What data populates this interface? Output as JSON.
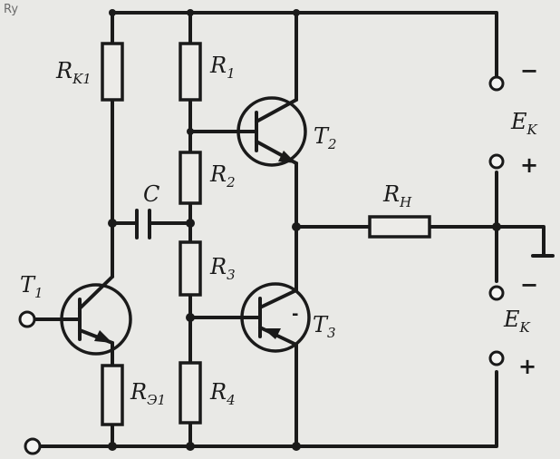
{
  "header_fragment": "Ry",
  "labels": {
    "rk1": {
      "main": "R",
      "sub": "K1"
    },
    "r1": {
      "main": "R",
      "sub": "1"
    },
    "r2": {
      "main": "R",
      "sub": "2"
    },
    "r3": {
      "main": "R",
      "sub": "3"
    },
    "r4": {
      "main": "R",
      "sub": "4"
    },
    "rh": {
      "main": "R",
      "sub": "H"
    },
    "re1": {
      "main": "R",
      "sub": "Э1"
    },
    "c": {
      "main": "C"
    },
    "t1": {
      "main": "T",
      "sub": "1"
    },
    "t2": {
      "main": "T",
      "sub": "2"
    },
    "t3": {
      "main": "T",
      "sub": "3"
    },
    "ek1": {
      "main": "E",
      "sub": "K"
    },
    "ek2": {
      "main": "E",
      "sub": "K"
    }
  },
  "signs": {
    "ek1_minus": "−",
    "ek1_plus": "+",
    "ek2_minus": "−",
    "ek2_plus": "+",
    "t3_minus": "-"
  }
}
